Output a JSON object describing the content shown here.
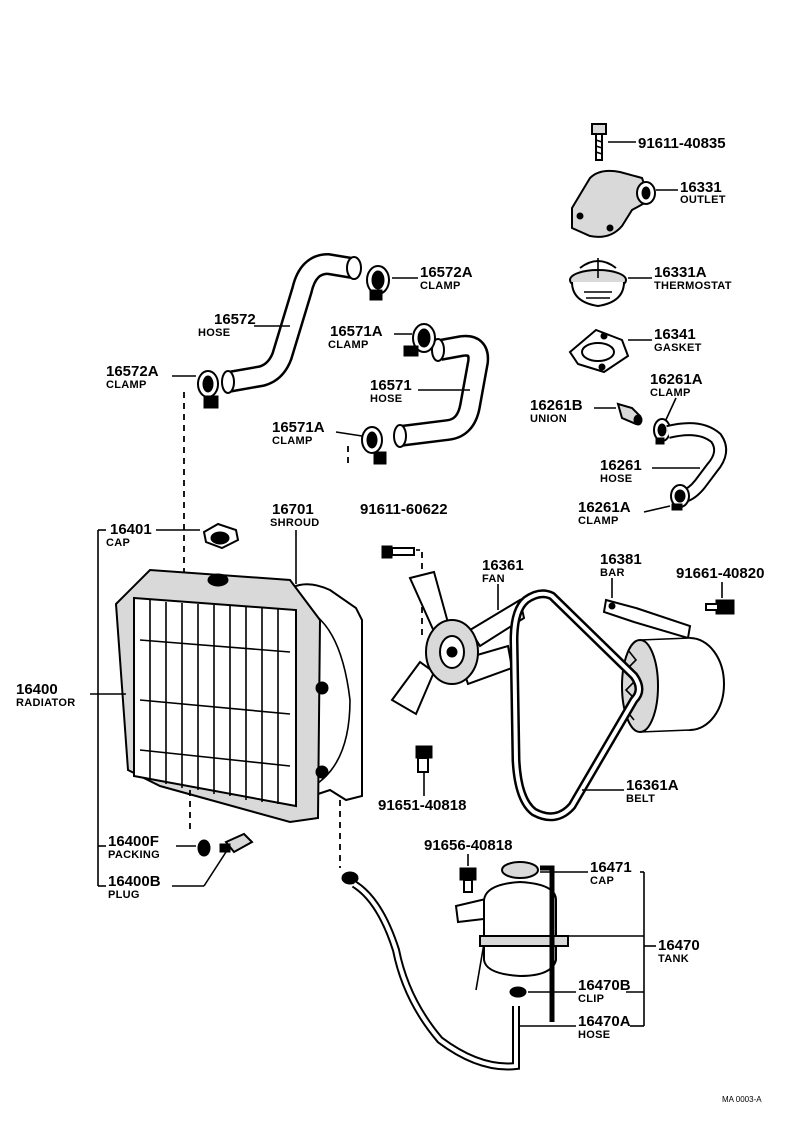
{
  "ref_code": "MA 0003-A",
  "callouts": {
    "c91611_40835": {
      "num": "91611-40835",
      "name": ""
    },
    "c16331": {
      "num": "16331",
      "name": "OUTLET"
    },
    "c16331A": {
      "num": "16331A",
      "name": "THERMOSTAT"
    },
    "c16341": {
      "num": "16341",
      "name": "GASKET"
    },
    "c16261A_top": {
      "num": "16261A",
      "name": "CLAMP"
    },
    "c16261B": {
      "num": "16261B",
      "name": "UNION"
    },
    "c16261": {
      "num": "16261",
      "name": "HOSE"
    },
    "c16261A_bot": {
      "num": "16261A",
      "name": "CLAMP"
    },
    "c16572A_top": {
      "num": "16572A",
      "name": "CLAMP"
    },
    "c16572": {
      "num": "16572",
      "name": "HOSE"
    },
    "c16571A_top": {
      "num": "16571A",
      "name": "CLAMP"
    },
    "c16572A_left": {
      "num": "16572A",
      "name": "CLAMP"
    },
    "c16571": {
      "num": "16571",
      "name": "HOSE"
    },
    "c16571A_bot": {
      "num": "16571A",
      "name": "CLAMP"
    },
    "c16401": {
      "num": "16401",
      "name": "CAP"
    },
    "c16701": {
      "num": "16701",
      "name": "SHROUD"
    },
    "c91611_60622": {
      "num": "91611-60622",
      "name": ""
    },
    "c16361": {
      "num": "16361",
      "name": "FAN"
    },
    "c16381": {
      "num": "16381",
      "name": "BAR"
    },
    "c91661_40820": {
      "num": "91661-40820",
      "name": ""
    },
    "c16400": {
      "num": "16400",
      "name": "RADIATOR"
    },
    "c91651_40818": {
      "num": "91651-40818",
      "name": ""
    },
    "c16361A": {
      "num": "16361A",
      "name": "BELT"
    },
    "c16400F": {
      "num": "16400F",
      "name": "PACKING"
    },
    "c16400B": {
      "num": "16400B",
      "name": "PLUG"
    },
    "c91656_40818": {
      "num": "91656-40818",
      "name": ""
    },
    "c16471": {
      "num": "16471",
      "name": "CAP"
    },
    "c16470": {
      "num": "16470",
      "name": "TANK"
    },
    "c16470B": {
      "num": "16470B",
      "name": "CLIP"
    },
    "c16470A": {
      "num": "16470A",
      "name": "HOSE"
    }
  }
}
